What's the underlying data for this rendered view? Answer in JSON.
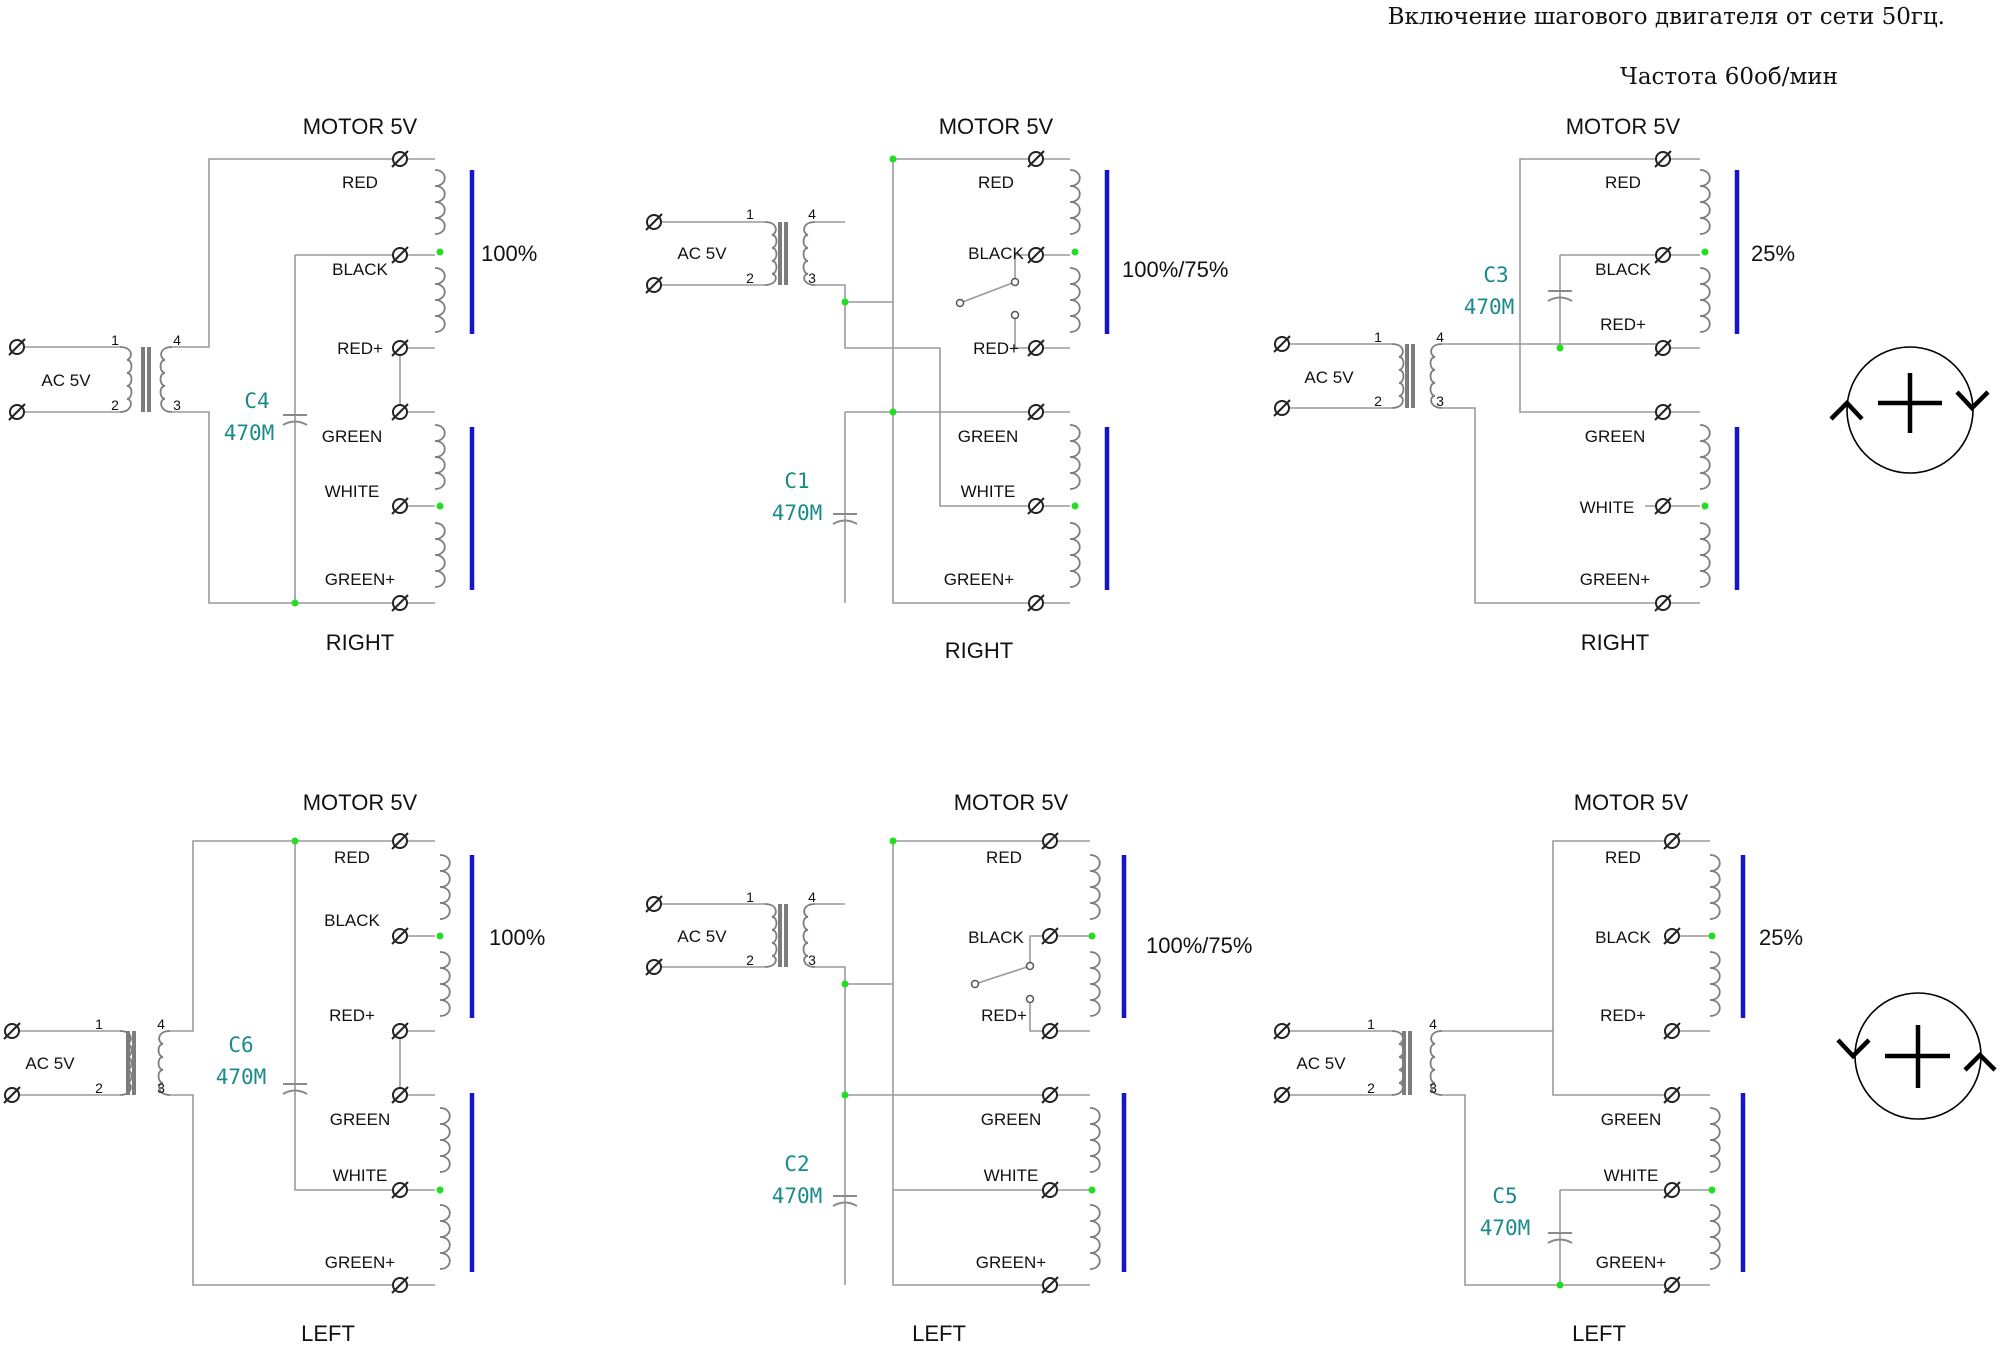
{
  "title": "Включение шагового двигателя от сети 50гц.",
  "subtitle": "Частота 60об/мин",
  "circuits": [
    {
      "motor_label": "MOTOR 5V",
      "side_label": "RIGHT",
      "percent": "100%",
      "cap_name": "C4",
      "cap_value": "470M",
      "source_label": "AC 5V",
      "wires": {
        "red": "RED",
        "black": "BLACK",
        "red_plus": "RED+",
        "green": "GREEN",
        "white": "WHITE",
        "green_plus": "GREEN+"
      }
    },
    {
      "motor_label": "MOTOR 5V",
      "side_label": "RIGHT",
      "percent": "100%/75%",
      "cap_name": "C1",
      "cap_value": "470M",
      "source_label": "AC 5V",
      "wires": {
        "red": "RED",
        "black": "BLACK",
        "red_plus": "RED+",
        "green": "GREEN",
        "white": "WHITE",
        "green_plus": "GREEN+"
      }
    },
    {
      "motor_label": "MOTOR 5V",
      "side_label": "RIGHT",
      "percent": "25%",
      "cap_name": "C3",
      "cap_value": "470M",
      "source_label": "AC 5V",
      "wires": {
        "red": "RED",
        "black": "BLACK",
        "red_plus": "RED+",
        "green": "GREEN",
        "white": "WHITE",
        "green_plus": "GREEN+"
      }
    },
    {
      "motor_label": "MOTOR 5V",
      "side_label": "LEFT",
      "percent": "100%",
      "cap_name": "C6",
      "cap_value": "470M",
      "source_label": "AC 5V",
      "wires": {
        "red": "RED",
        "black": "BLACK",
        "red_plus": "RED+",
        "green": "GREEN",
        "white": "WHITE",
        "green_plus": "GREEN+"
      }
    },
    {
      "motor_label": "MOTOR 5V",
      "side_label": "LEFT",
      "percent": "100%/75%",
      "cap_name": "C2",
      "cap_value": "470M",
      "source_label": "AC 5V",
      "wires": {
        "red": "RED",
        "black": "BLACK",
        "red_plus": "RED+",
        "green": "GREEN",
        "white": "WHITE",
        "green_plus": "GREEN+"
      }
    },
    {
      "motor_label": "MOTOR 5V",
      "side_label": "LEFT",
      "percent": "25%",
      "cap_name": "C5",
      "cap_value": "470M",
      "source_label": "AC 5V",
      "wires": {
        "red": "RED",
        "black": "BLACK",
        "red_plus": "RED+",
        "green": "GREEN",
        "white": "WHITE",
        "green_plus": "GREEN+"
      }
    }
  ],
  "pins": {
    "p1": "1",
    "p2": "2",
    "p3": "3",
    "p4": "4"
  },
  "rotation_icons": [
    "rotation-clockwise-icon",
    "rotation-counterclockwise-icon"
  ],
  "colors": {
    "winding_bar": "#1515cc",
    "junction": "#22dd22",
    "capacitor_label": "#1a8a8a",
    "wire": "#9a9a9a"
  }
}
